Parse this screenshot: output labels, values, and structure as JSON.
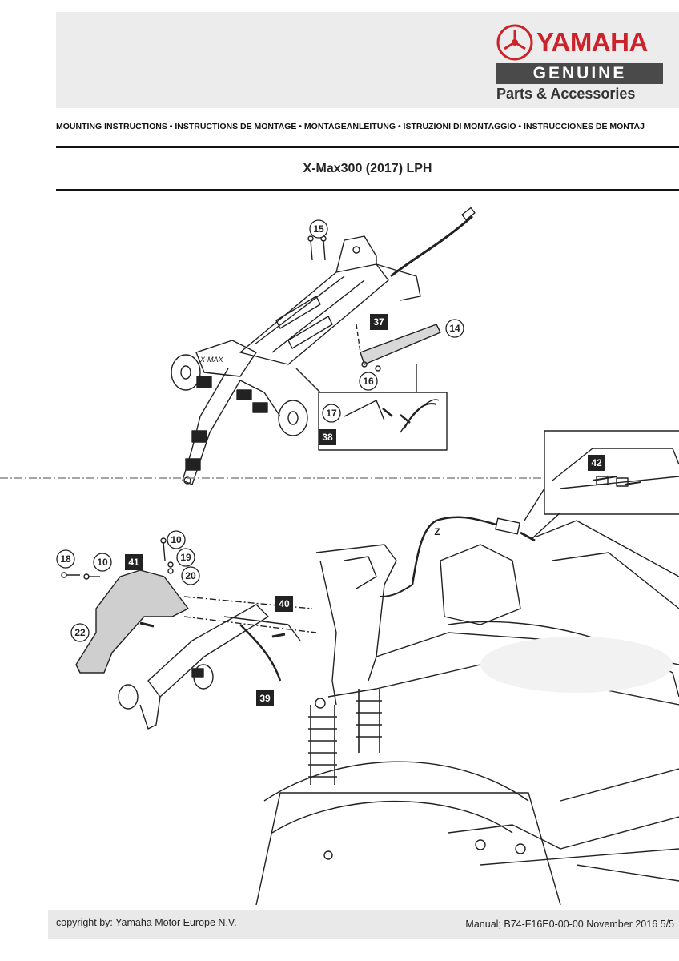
{
  "header": {
    "brand": "YAMAHA",
    "genuine": "GENUINE",
    "parts": "Parts & Accessories",
    "brand_color": "#cc2229"
  },
  "languages_line": "MOUNTING INSTRUCTIONS • INSTRUCTIONS DE MONTAGE • MONTAGEANLEITUNG • ISTRUZIONI DI MONTAGGIO • INSTRUCCIONES DE MONTAJ",
  "model_title": "X-Max300 (2017) LPH",
  "callouts": {
    "c15": "15",
    "c37": "37",
    "c14": "14",
    "c16": "16",
    "c17": "17",
    "c38": "38",
    "c42": "42",
    "cZ": "Z",
    "c10a": "10",
    "c18": "18",
    "c10b": "10",
    "c41": "41",
    "c19": "19",
    "c20": "20",
    "c40": "40",
    "c22": "22",
    "c39": "39"
  },
  "footer": {
    "copyright": "copyright by: Yamaha Motor Europe N.V.",
    "manual": "Manual; B74-F16E0-00-00 November 2016 5/5"
  }
}
